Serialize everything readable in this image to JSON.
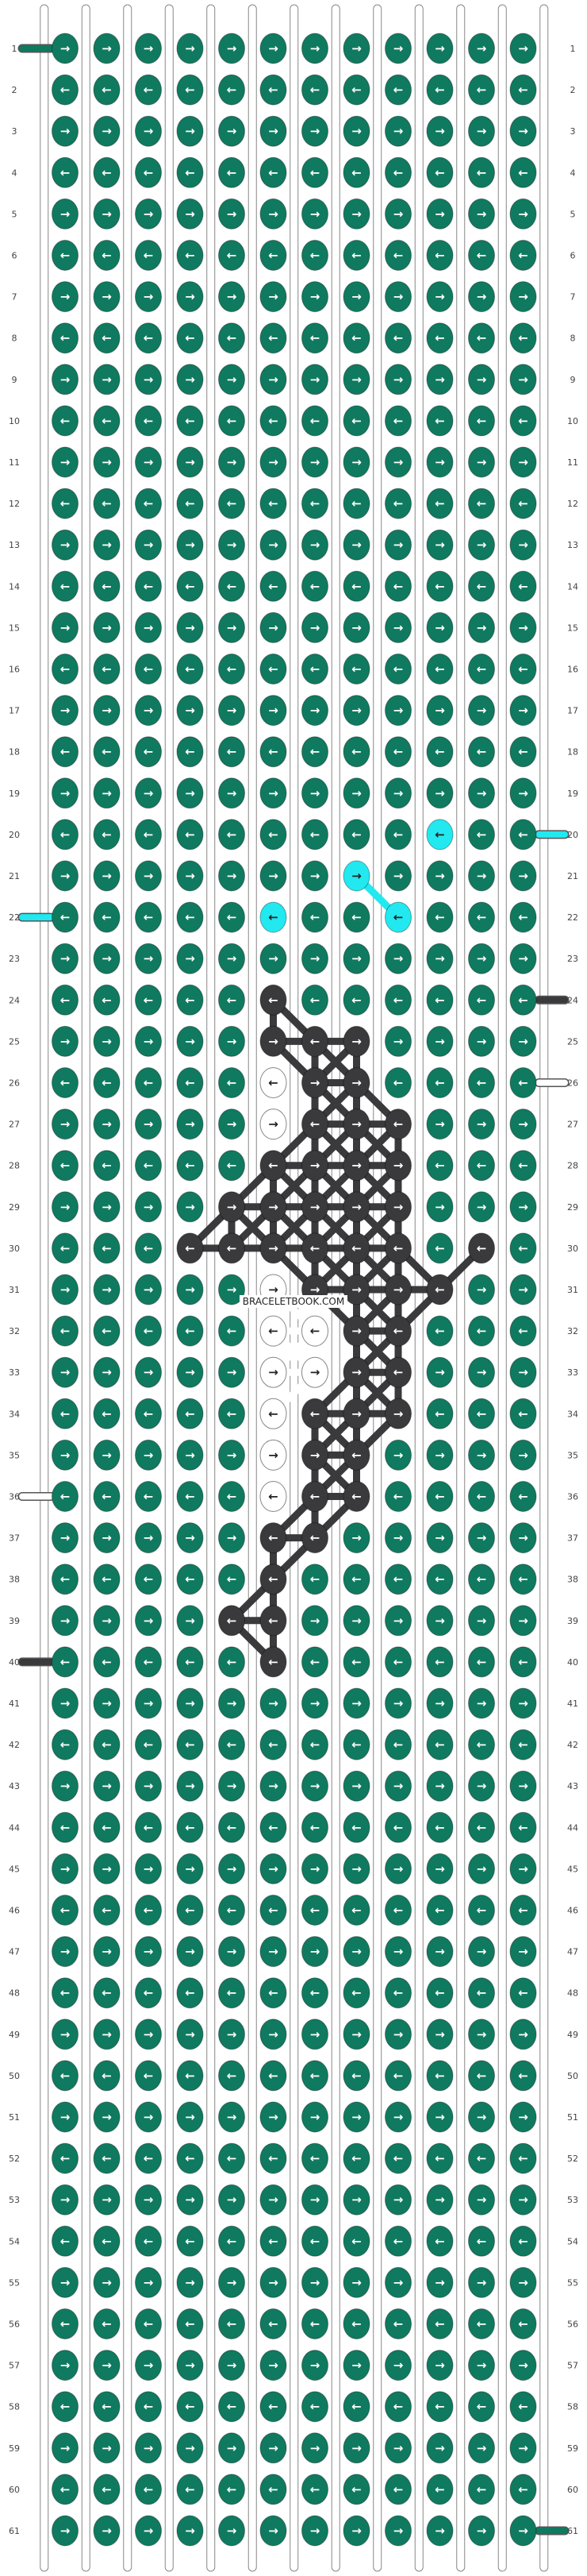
{
  "watermark": "BRACELETBOOK.COM",
  "pattern": {
    "strings": 12,
    "rows": 61,
    "row_labels": [
      "1",
      "2",
      "3",
      "4",
      "5",
      "6",
      "7",
      "8",
      "9",
      "10",
      "11",
      "12",
      "13",
      "14",
      "15",
      "16",
      "17",
      "18",
      "19",
      "20",
      "21",
      "22",
      "23",
      "24",
      "25",
      "26",
      "27",
      "28",
      "29",
      "30",
      "31",
      "32",
      "33",
      "34",
      "35",
      "36",
      "37",
      "38",
      "39",
      "40",
      "41",
      "42",
      "43",
      "44",
      "45",
      "46",
      "47",
      "48",
      "49",
      "50",
      "51",
      "52",
      "53",
      "54",
      "55",
      "56",
      "57",
      "58",
      "59",
      "60",
      "61"
    ],
    "colors": {
      "G": "#0f7a5f",
      "C": "#22e8f0",
      "D": "#3a393b",
      "W": "#ffffff"
    },
    "knots": [
      {
        "row": 20,
        "col": 9,
        "color": "C",
        "dir": "left"
      },
      {
        "row": 21,
        "col": 7,
        "color": "C",
        "dir": "right"
      },
      {
        "row": 22,
        "col": 5,
        "color": "C",
        "dir": "left"
      },
      {
        "row": 22,
        "col": 8,
        "color": "C",
        "dir": "left"
      },
      {
        "row": 24,
        "col": 5,
        "color": "D",
        "dir": "left"
      },
      {
        "row": 25,
        "col": 5,
        "color": "D",
        "dir": "right"
      },
      {
        "row": 25,
        "col": 6,
        "color": "D",
        "dir": "left"
      },
      {
        "row": 25,
        "col": 7,
        "color": "D",
        "dir": "right"
      },
      {
        "row": 26,
        "col": 5,
        "color": "W",
        "dir": "left"
      },
      {
        "row": 26,
        "col": 6,
        "color": "D",
        "dir": "right"
      },
      {
        "row": 26,
        "col": 7,
        "color": "D",
        "dir": "right"
      },
      {
        "row": 27,
        "col": 5,
        "color": "W",
        "dir": "right"
      },
      {
        "row": 27,
        "col": 6,
        "color": "D",
        "dir": "left"
      },
      {
        "row": 27,
        "col": 7,
        "color": "D",
        "dir": "right"
      },
      {
        "row": 27,
        "col": 8,
        "color": "D",
        "dir": "left"
      },
      {
        "row": 28,
        "col": 5,
        "color": "D",
        "dir": "left"
      },
      {
        "row": 28,
        "col": 6,
        "color": "D",
        "dir": "right"
      },
      {
        "row": 28,
        "col": 7,
        "color": "D",
        "dir": "right"
      },
      {
        "row": 28,
        "col": 8,
        "color": "D",
        "dir": "right"
      },
      {
        "row": 29,
        "col": 4,
        "color": "D",
        "dir": "right"
      },
      {
        "row": 29,
        "col": 5,
        "color": "D",
        "dir": "right"
      },
      {
        "row": 29,
        "col": 6,
        "color": "D",
        "dir": "right"
      },
      {
        "row": 29,
        "col": 7,
        "color": "D",
        "dir": "right"
      },
      {
        "row": 29,
        "col": 8,
        "color": "D",
        "dir": "right"
      },
      {
        "row": 30,
        "col": 3,
        "color": "D",
        "dir": "left"
      },
      {
        "row": 30,
        "col": 4,
        "color": "D",
        "dir": "left"
      },
      {
        "row": 30,
        "col": 5,
        "color": "D",
        "dir": "right"
      },
      {
        "row": 30,
        "col": 6,
        "color": "D",
        "dir": "left"
      },
      {
        "row": 30,
        "col": 7,
        "color": "D",
        "dir": "left"
      },
      {
        "row": 30,
        "col": 8,
        "color": "D",
        "dir": "left"
      },
      {
        "row": 30,
        "col": 10,
        "color": "D",
        "dir": "left"
      },
      {
        "row": 31,
        "col": 5,
        "color": "W",
        "dir": "right"
      },
      {
        "row": 31,
        "col": 6,
        "color": "D",
        "dir": "right"
      },
      {
        "row": 31,
        "col": 7,
        "color": "D",
        "dir": "right"
      },
      {
        "row": 31,
        "col": 8,
        "color": "D",
        "dir": "right"
      },
      {
        "row": 31,
        "col": 9,
        "color": "D",
        "dir": "left"
      },
      {
        "row": 32,
        "col": 5,
        "color": "W",
        "dir": "left"
      },
      {
        "row": 32,
        "col": 6,
        "color": "W",
        "dir": "left"
      },
      {
        "row": 32,
        "col": 7,
        "color": "D",
        "dir": "right"
      },
      {
        "row": 32,
        "col": 8,
        "color": "D",
        "dir": "left"
      },
      {
        "row": 33,
        "col": 5,
        "color": "W",
        "dir": "right"
      },
      {
        "row": 33,
        "col": 6,
        "color": "W",
        "dir": "right"
      },
      {
        "row": 33,
        "col": 7,
        "color": "D",
        "dir": "right"
      },
      {
        "row": 33,
        "col": 8,
        "color": "D",
        "dir": "left"
      },
      {
        "row": 34,
        "col": 5,
        "color": "W",
        "dir": "left"
      },
      {
        "row": 34,
        "col": 6,
        "color": "D",
        "dir": "left"
      },
      {
        "row": 34,
        "col": 7,
        "color": "D",
        "dir": "right"
      },
      {
        "row": 34,
        "col": 8,
        "color": "D",
        "dir": "right"
      },
      {
        "row": 35,
        "col": 5,
        "color": "W",
        "dir": "right"
      },
      {
        "row": 35,
        "col": 6,
        "color": "D",
        "dir": "right"
      },
      {
        "row": 35,
        "col": 7,
        "color": "D",
        "dir": "left"
      },
      {
        "row": 36,
        "col": 5,
        "color": "W",
        "dir": "left"
      },
      {
        "row": 36,
        "col": 6,
        "color": "D",
        "dir": "left"
      },
      {
        "row": 36,
        "col": 7,
        "color": "D",
        "dir": "left"
      },
      {
        "row": 37,
        "col": 5,
        "color": "D",
        "dir": "left"
      },
      {
        "row": 37,
        "col": 6,
        "color": "D",
        "dir": "left"
      },
      {
        "row": 38,
        "col": 5,
        "color": "D",
        "dir": "left"
      },
      {
        "row": 39,
        "col": 4,
        "color": "D",
        "dir": "left"
      },
      {
        "row": 39,
        "col": 5,
        "color": "D",
        "dir": "left"
      },
      {
        "row": 40,
        "col": 5,
        "color": "D",
        "dir": "left"
      }
    ],
    "side_strands": [
      {
        "row": 1,
        "side": "left",
        "color": "G"
      },
      {
        "row": 20,
        "side": "right",
        "color": "C"
      },
      {
        "row": 22,
        "side": "left",
        "color": "C"
      },
      {
        "row": 24,
        "side": "right",
        "color": "D"
      },
      {
        "row": 26,
        "side": "right",
        "color": "W"
      },
      {
        "row": 36,
        "side": "left",
        "color": "W"
      },
      {
        "row": 40,
        "side": "left",
        "color": "D"
      },
      {
        "row": 61,
        "side": "right",
        "color": "G"
      }
    ]
  }
}
